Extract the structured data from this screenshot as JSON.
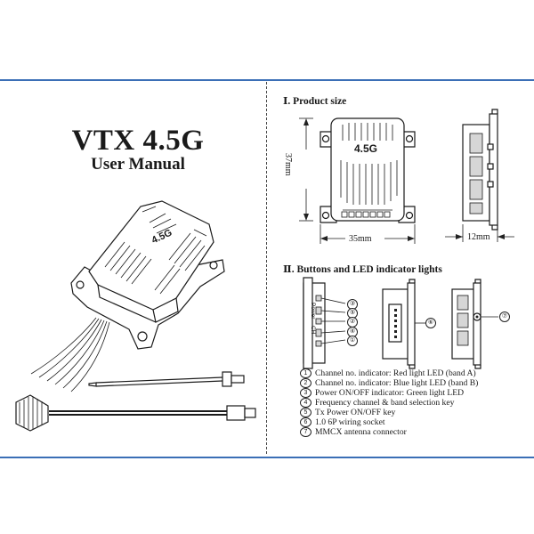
{
  "title": "VTX 4.5G",
  "subtitle": "User Manual",
  "device_label": "4.5G",
  "sections": {
    "product_size": "Ⅰ. Product size",
    "buttons_leds": "Ⅱ. Buttons and LED indicator lights"
  },
  "dimensions": {
    "height": "37mm",
    "width": "35mm",
    "depth": "12mm"
  },
  "button_labels": {
    "power": "Power",
    "ch": "CH"
  },
  "callouts": {
    "c1": "①",
    "c2": "②",
    "c3": "③",
    "c4": "④",
    "c5": "⑤",
    "c6": "⑥",
    "c7": "⑦"
  },
  "legend": [
    {
      "num": "1",
      "text": "Channel no. indicator: Red light LED (band A)"
    },
    {
      "num": "2",
      "text": "Channel no. indicator: Blue light LED (band B)"
    },
    {
      "num": "3",
      "text": "Power ON/OFF indicator: Green light LED"
    },
    {
      "num": "4",
      "text": "Frequency channel & band selection key"
    },
    {
      "num": "5",
      "text": "Tx Power ON/OFF key"
    },
    {
      "num": "6",
      "text": "1.0 6P wiring socket"
    },
    {
      "num": "7",
      "text": "MMCX antenna connector"
    }
  ]
}
